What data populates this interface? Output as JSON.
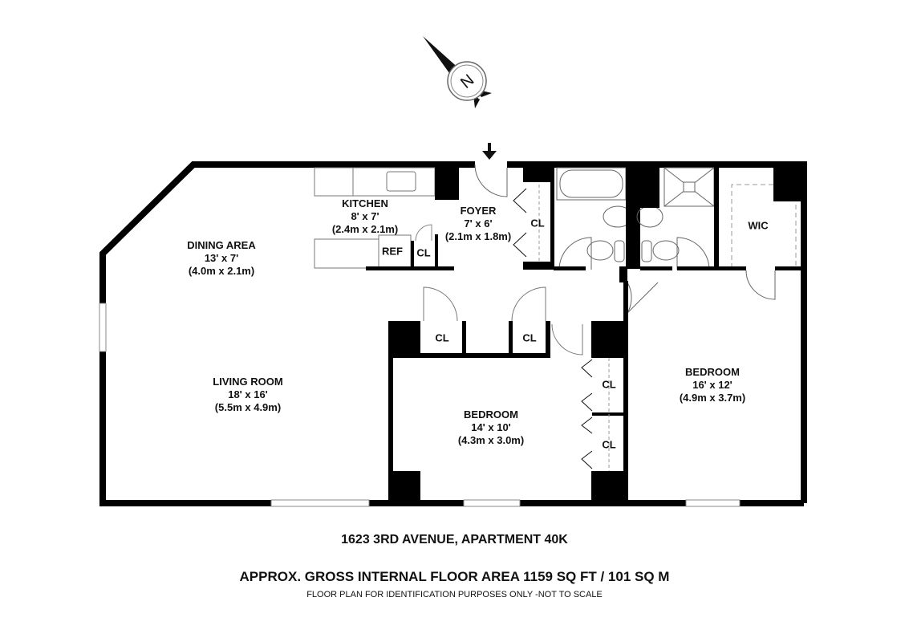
{
  "compass": {
    "label": "N"
  },
  "rooms": {
    "dining": {
      "name": "DINING AREA",
      "imperial": "13' x 7'",
      "metric": "(4.0m x 2.1m)"
    },
    "kitchen": {
      "name": "KITCHEN",
      "imperial": "8' x 7'",
      "metric": "(2.4m x 2.1m)"
    },
    "foyer": {
      "name": "FOYER",
      "imperial": "7' x 6'",
      "metric": "(2.1m x 1.8m)"
    },
    "living": {
      "name": "LIVING ROOM",
      "imperial": "18' x 16'",
      "metric": "(5.5m x 4.9m)"
    },
    "bedroom1": {
      "name": "BEDROOM",
      "imperial": "14' x 10'",
      "metric": "(4.3m x 3.0m)"
    },
    "bedroom2": {
      "name": "BEDROOM",
      "imperial": "16' x 12'",
      "metric": "(4.9m x 3.7m)"
    }
  },
  "small_labels": {
    "ref": "REF",
    "kitchen_cl": "CL",
    "foyer_cl": "CL",
    "wic": "WIC",
    "hall_cl_left": "CL",
    "hall_cl_right": "CL",
    "bed_cl_top": "CL",
    "bed_cl_bottom": "CL"
  },
  "caption": {
    "address": "1623 3RD AVENUE, APARTMENT 40K",
    "area": "APPROX. GROSS INTERNAL FLOOR AREA 1159 SQ FT / 101 SQ M",
    "disclaimer": "FLOOR PLAN FOR IDENTIFICATION PURPOSES ONLY -NOT TO SCALE"
  }
}
